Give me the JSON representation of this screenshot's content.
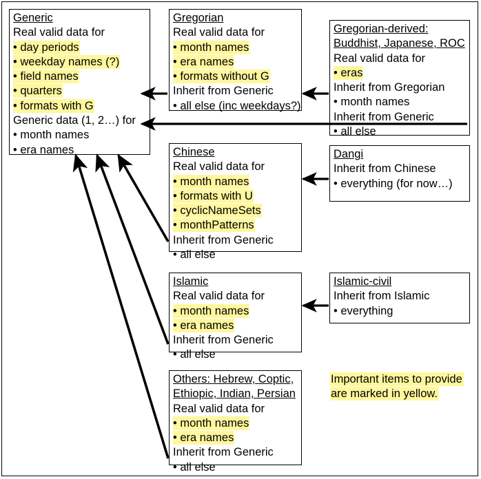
{
  "diagram": {
    "title": "Calendar data inheritance diagram",
    "highlight_color": "#fff79e",
    "line_color": "#000000",
    "background": "#ffffff"
  },
  "boxes": {
    "generic": {
      "name": "Generic",
      "lines": [
        {
          "text": "Generic",
          "head": true,
          "highlight": false,
          "bullet": false
        },
        {
          "text": "Real valid data for",
          "head": false,
          "highlight": false,
          "bullet": false
        },
        {
          "text": "• day periods",
          "head": false,
          "highlight": true,
          "bullet": true
        },
        {
          "text": "• weekday names (?)",
          "head": false,
          "highlight": true,
          "bullet": true
        },
        {
          "text": "• field names",
          "head": false,
          "highlight": true,
          "bullet": true
        },
        {
          "text": "• quarters",
          "head": false,
          "highlight": true,
          "bullet": true
        },
        {
          "text": "• formats with G",
          "head": false,
          "highlight": true,
          "bullet": true
        },
        {
          "text": "Generic data (1, 2…) for",
          "head": false,
          "highlight": false,
          "bullet": false
        },
        {
          "text": "• month names",
          "head": false,
          "highlight": false,
          "bullet": true
        },
        {
          "text": "• era names",
          "head": false,
          "highlight": false,
          "bullet": true
        }
      ]
    },
    "gregorian": {
      "name": "Gregorian",
      "lines": [
        {
          "text": "Gregorian",
          "head": true,
          "highlight": false,
          "bullet": false
        },
        {
          "text": "Real valid data for",
          "head": false,
          "highlight": false,
          "bullet": false
        },
        {
          "text": "• month names",
          "head": false,
          "highlight": true,
          "bullet": true
        },
        {
          "text": "• era names",
          "head": false,
          "highlight": true,
          "bullet": true
        },
        {
          "text": "• formats without G",
          "head": false,
          "highlight": true,
          "bullet": true
        },
        {
          "text": "Inherit from Generic",
          "head": false,
          "highlight": false,
          "bullet": false
        },
        {
          "text": "• all else (inc weekdays?)",
          "head": false,
          "highlight": false,
          "bullet": true
        }
      ]
    },
    "gregorian_derived": {
      "name": "Gregorian-derived",
      "lines": [
        {
          "text": "Gregorian-derived:",
          "head": true,
          "highlight": false,
          "bullet": false
        },
        {
          "text": "Buddhist, Japanese, ROC",
          "head": true,
          "highlight": false,
          "bullet": false
        },
        {
          "text": "Real valid data for",
          "head": false,
          "highlight": false,
          "bullet": false
        },
        {
          "text": "• eras",
          "head": false,
          "highlight": true,
          "bullet": true
        },
        {
          "text": "Inherit from Gregorian",
          "head": false,
          "highlight": false,
          "bullet": false
        },
        {
          "text": "• month names",
          "head": false,
          "highlight": false,
          "bullet": true
        },
        {
          "text": "Inherit from Generic",
          "head": false,
          "highlight": false,
          "bullet": false
        },
        {
          "text": "• all else",
          "head": false,
          "highlight": false,
          "bullet": true
        }
      ]
    },
    "chinese": {
      "name": "Chinese",
      "lines": [
        {
          "text": "Chinese",
          "head": true,
          "highlight": false,
          "bullet": false
        },
        {
          "text": "Real valid data for",
          "head": false,
          "highlight": false,
          "bullet": false
        },
        {
          "text": "• month names",
          "head": false,
          "highlight": true,
          "bullet": true
        },
        {
          "text": "• formats with U",
          "head": false,
          "highlight": true,
          "bullet": true
        },
        {
          "text": "• cyclicNameSets",
          "head": false,
          "highlight": true,
          "bullet": true
        },
        {
          "text": "• monthPatterns",
          "head": false,
          "highlight": true,
          "bullet": true
        },
        {
          "text": "Inherit from Generic",
          "head": false,
          "highlight": false,
          "bullet": false
        },
        {
          "text": "• all else",
          "head": false,
          "highlight": false,
          "bullet": true
        }
      ]
    },
    "dangi": {
      "name": "Dangi",
      "lines": [
        {
          "text": "Dangi",
          "head": true,
          "highlight": false,
          "bullet": false
        },
        {
          "text": "Inherit from Chinese",
          "head": false,
          "highlight": false,
          "bullet": false
        },
        {
          "text": "• everything (for now…)",
          "head": false,
          "highlight": false,
          "bullet": true
        }
      ]
    },
    "islamic": {
      "name": "Islamic",
      "lines": [
        {
          "text": "Islamic",
          "head": true,
          "highlight": false,
          "bullet": false
        },
        {
          "text": "Real valid data for",
          "head": false,
          "highlight": false,
          "bullet": false
        },
        {
          "text": "• month names",
          "head": false,
          "highlight": true,
          "bullet": true
        },
        {
          "text": "• era names",
          "head": false,
          "highlight": true,
          "bullet": true
        },
        {
          "text": "Inherit from Generic",
          "head": false,
          "highlight": false,
          "bullet": false
        },
        {
          "text": "• all else",
          "head": false,
          "highlight": false,
          "bullet": true
        }
      ]
    },
    "islamic_civil": {
      "name": "Islamic-civil",
      "lines": [
        {
          "text": "Islamic-civil",
          "head": true,
          "highlight": false,
          "bullet": false
        },
        {
          "text": "Inherit from Islamic",
          "head": false,
          "highlight": false,
          "bullet": false
        },
        {
          "text": "• everything",
          "head": false,
          "highlight": false,
          "bullet": true
        }
      ]
    },
    "others": {
      "name": "Others",
      "lines": [
        {
          "text": "Others: Hebrew, Coptic,",
          "head": true,
          "highlight": false,
          "bullet": false
        },
        {
          "text": "Ethiopic, Indian, Persian",
          "head": true,
          "highlight": false,
          "bullet": false
        },
        {
          "text": "Real valid data for",
          "head": false,
          "highlight": false,
          "bullet": false
        },
        {
          "text": "• month names",
          "head": false,
          "highlight": true,
          "bullet": true
        },
        {
          "text": "• era names",
          "head": false,
          "highlight": true,
          "bullet": true
        },
        {
          "text": "Inherit from Generic",
          "head": false,
          "highlight": false,
          "bullet": false
        },
        {
          "text": "• all else",
          "head": false,
          "highlight": false,
          "bullet": true
        }
      ]
    }
  },
  "legend": {
    "line1": "Important items to provide",
    "line2": "are marked in yellow."
  },
  "arrows": [
    {
      "name": "gregorian-to-generic",
      "from": "gregorian",
      "to": "generic"
    },
    {
      "name": "gregorian-derived-to-gregorian",
      "from": "gregorian_derived",
      "to": "gregorian"
    },
    {
      "name": "gregorian-derived-to-generic",
      "from": "gregorian_derived",
      "to": "generic"
    },
    {
      "name": "dangi-to-chinese",
      "from": "dangi",
      "to": "chinese"
    },
    {
      "name": "chinese-to-generic",
      "from": "chinese",
      "to": "generic"
    },
    {
      "name": "islamic-civil-to-islamic",
      "from": "islamic_civil",
      "to": "islamic"
    },
    {
      "name": "islamic-to-generic",
      "from": "islamic",
      "to": "generic"
    },
    {
      "name": "others-to-generic",
      "from": "others",
      "to": "generic"
    }
  ]
}
